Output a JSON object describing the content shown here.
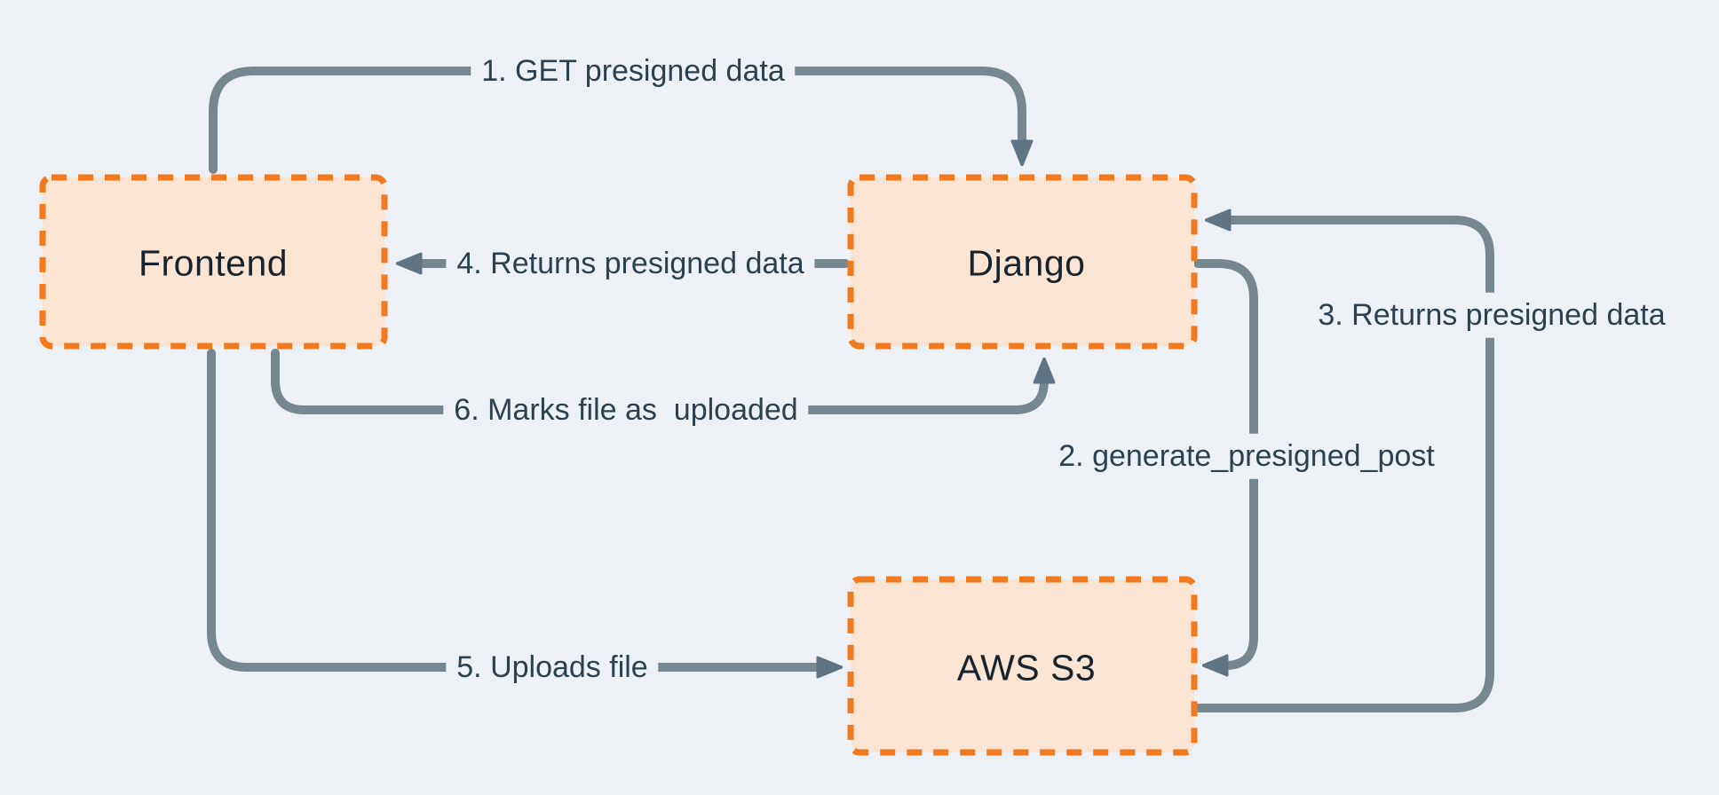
{
  "diagram": {
    "type": "flowchart",
    "description": "Presigned upload flow between Frontend, Django and AWS S3",
    "nodes": [
      {
        "id": "frontend",
        "label": "Frontend"
      },
      {
        "id": "django",
        "label": "Django"
      },
      {
        "id": "aws_s3",
        "label": "AWS S3"
      }
    ],
    "edges": [
      {
        "step": 1,
        "label": "1. GET presigned data",
        "from": "frontend",
        "to": "django"
      },
      {
        "step": 2,
        "label": "2. generate_presigned_post",
        "from": "django",
        "to": "aws_s3"
      },
      {
        "step": 3,
        "label": "3. Returns presigned data",
        "from": "aws_s3",
        "to": "django"
      },
      {
        "step": 4,
        "label": "4. Returns presigned data",
        "from": "django",
        "to": "frontend"
      },
      {
        "step": 5,
        "label": "5. Uploads file",
        "from": "frontend",
        "to": "aws_s3"
      },
      {
        "step": 6,
        "label": "6. Marks file as  uploaded",
        "from": "frontend",
        "to": "django"
      }
    ],
    "colors": {
      "background": "#EDF1F5",
      "node_fill": "#FCE4D3",
      "node_border": "#F2791D",
      "arrow_line": "#76878F",
      "arrow_head": "#5F7583",
      "node_text": "#17242E",
      "label_text": "#2C4150"
    }
  }
}
